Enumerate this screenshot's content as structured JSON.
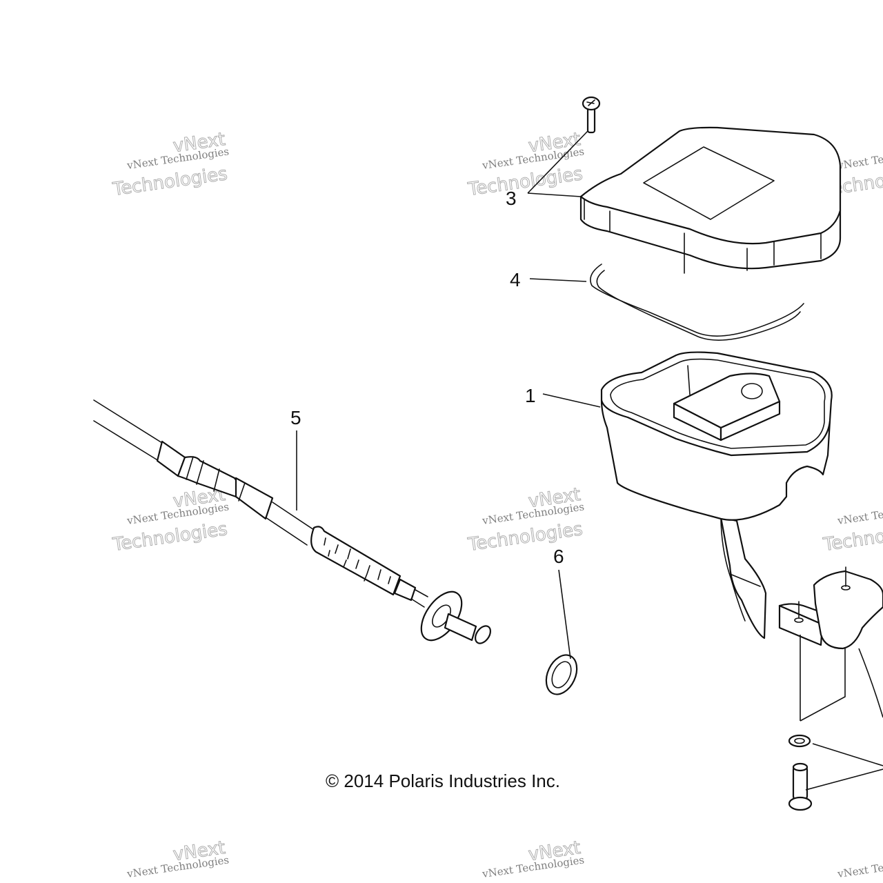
{
  "copyright": "© 2014 Polaris Industries Inc.",
  "watermark": {
    "line1": "vNext Technologies",
    "line2": "Technologies",
    "line3": "vNext"
  },
  "callouts": [
    {
      "id": "1",
      "label": "1"
    },
    {
      "id": "3",
      "label": "3"
    },
    {
      "id": "4",
      "label": "4"
    },
    {
      "id": "5",
      "label": "5"
    },
    {
      "id": "6",
      "label": "6"
    }
  ]
}
